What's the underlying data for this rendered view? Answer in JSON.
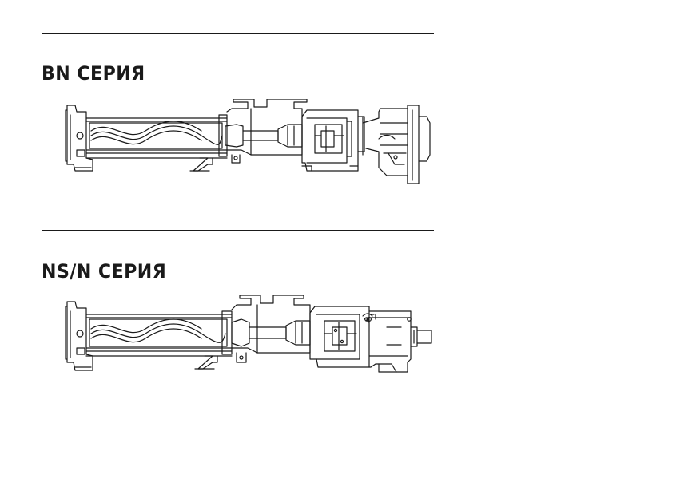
{
  "sections": [
    {
      "title": "BN СЕРИЯ",
      "drive": "gear-motor-drive"
    },
    {
      "title": "NS/N СЕРИЯ",
      "drive": "bearing-housing-drive"
    }
  ],
  "colors": {
    "ink": "#1a1a1a",
    "background": "#ffffff"
  }
}
